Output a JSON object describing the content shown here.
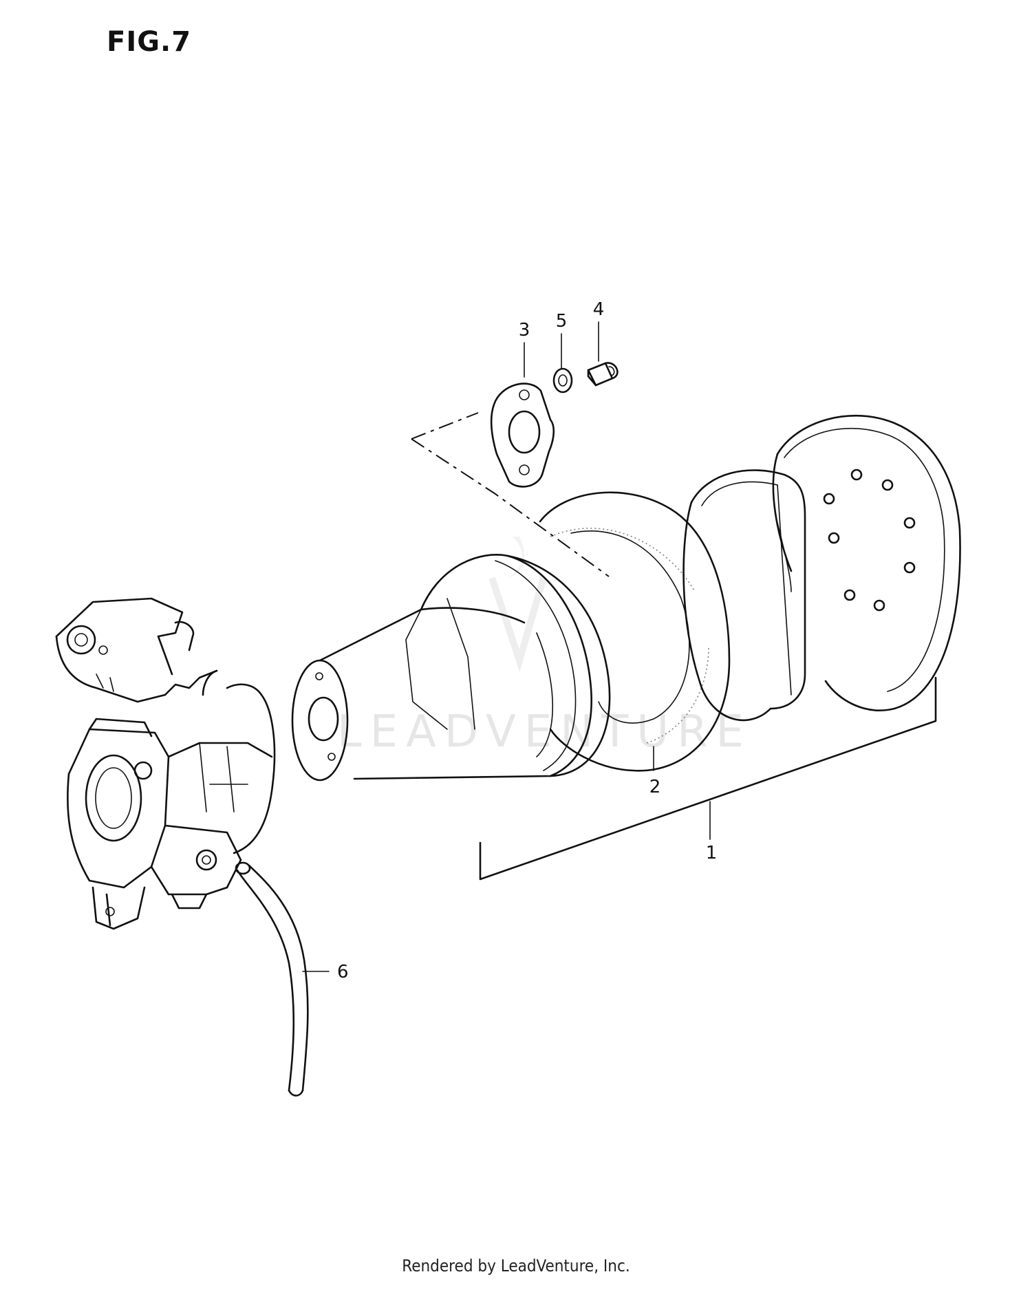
{
  "figure": {
    "title": "FIG.7"
  },
  "callouts": [
    {
      "id": "1",
      "label": "1"
    },
    {
      "id": "2",
      "label": "2"
    },
    {
      "id": "3",
      "label": "3"
    },
    {
      "id": "4",
      "label": "4"
    },
    {
      "id": "5",
      "label": "5"
    },
    {
      "id": "6",
      "label": "6"
    }
  ],
  "watermark": {
    "text": "LEADVENTURE"
  },
  "footer": {
    "text": "Rendered by LeadVenture, Inc."
  }
}
